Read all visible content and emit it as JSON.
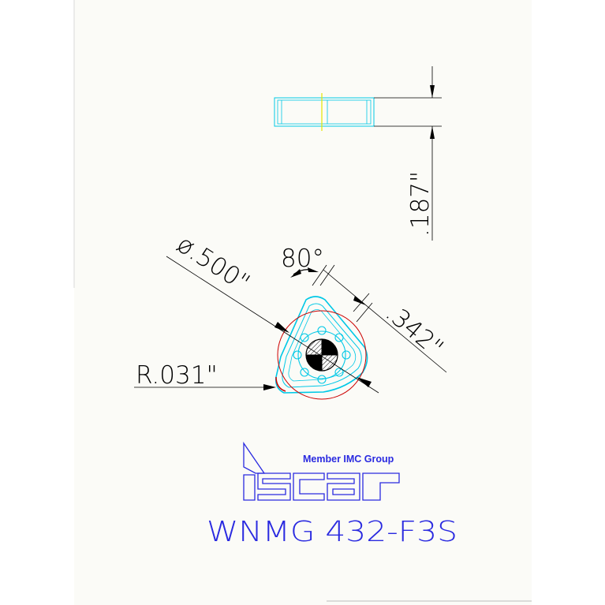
{
  "dimensions": {
    "thickness": ".187\"",
    "inscribed_circle": "ø.500\"",
    "edge_length": ".342\"",
    "angle": "80°",
    "corner_radius": "R.031\""
  },
  "logo": {
    "tagline": "Member IMC Group",
    "wordmark": "iscar"
  },
  "part_number": "WNMG 432-F3S",
  "colors": {
    "dimension_lines": "#000000",
    "insert_outline": "#00c8e6",
    "center_line": "#e6e600",
    "corner_radius": "#cc0000",
    "logo_and_text": "#2a2ae0"
  }
}
